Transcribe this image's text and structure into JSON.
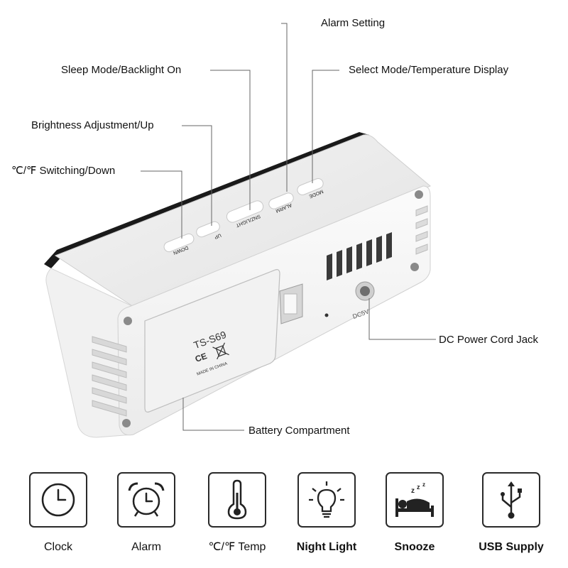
{
  "callouts": {
    "alarm_setting": "Alarm Setting",
    "sleep_mode": "Sleep Mode/Backlight On",
    "select_mode": "Select Mode/Temperature Display",
    "brightness": "Brightness Adjustment/Up",
    "switching": "℃/℉ Switching/Down",
    "dc_jack": "DC Power Cord Jack",
    "battery": "Battery Compartment"
  },
  "device": {
    "model": "TS-S69",
    "marks": "CE",
    "made_in": "MADE IN CHINA",
    "power_label": "DC5V",
    "buttons": [
      "DOWN",
      "UP",
      "SNZ/LIGHT",
      "ALARM",
      "MODE"
    ]
  },
  "features": [
    {
      "label": "Clock",
      "icon": "clock-icon"
    },
    {
      "label": "Alarm",
      "icon": "alarm-clock-icon"
    },
    {
      "label": "℃/℉ Temp",
      "icon": "thermometer-icon"
    },
    {
      "label": "Night Light",
      "icon": "lightbulb-icon"
    },
    {
      "label": "Snooze",
      "icon": "sleeping-bed-icon"
    },
    {
      "label": "USB Supply",
      "icon": "usb-icon"
    }
  ]
}
